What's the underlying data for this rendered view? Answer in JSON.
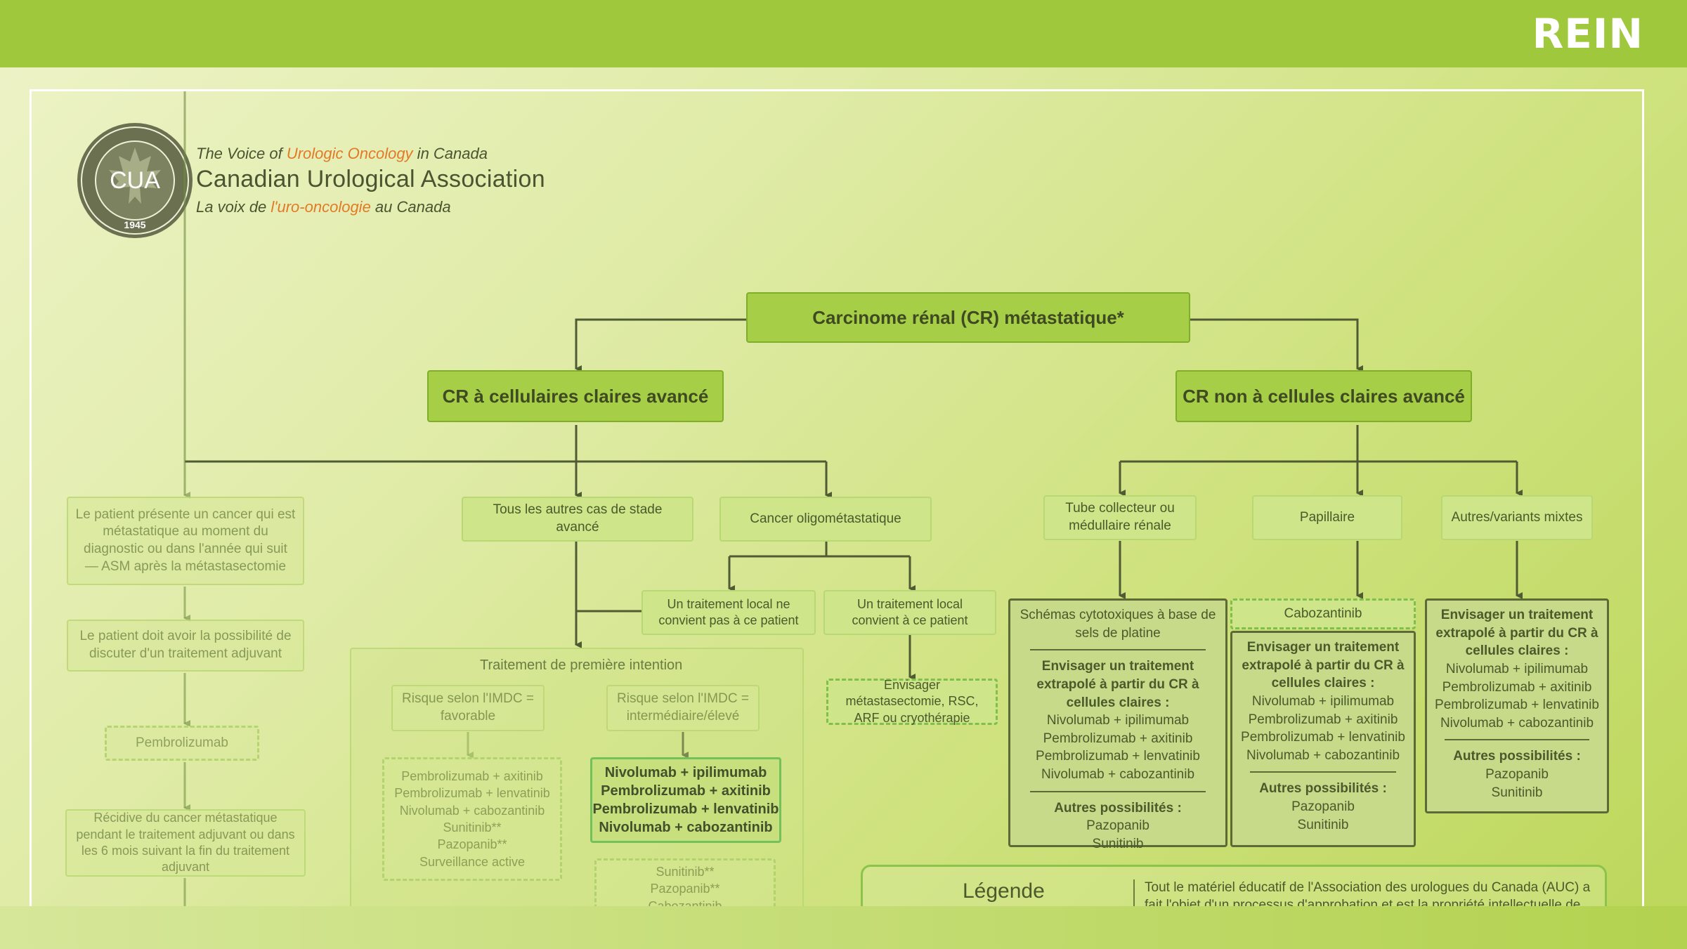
{
  "header": {
    "label": "REIN"
  },
  "logo": {
    "seal_text": "CUA",
    "seal_year": "1945",
    "line1_a": "The Voice of ",
    "line1_b": "Urologic Oncology",
    "line1_c": " in Canada",
    "line2": "Canadian Urological Association",
    "line3_a": "La voix de ",
    "line3_b": "l'uro-oncologie",
    "line3_c": " au Canada"
  },
  "colors": {
    "accent": "#9fc83c",
    "main_box": "#a6cf47",
    "dark_border": "#5c6a36",
    "highlight": "#74c05a",
    "orange": "#e27a27"
  },
  "nodes": {
    "root": "Carcinome rénal (CR) métastatique*",
    "clear_cell": "CR à cellulaires claires avancé",
    "non_clear_cell": "CR non à cellules claires avancé",
    "adjuvant_patient": "Le patient présente un cancer qui est métastatique au moment du diagnostic ou dans l'année qui suit — ASM après la métastasectomie",
    "adjuvant_discuss": "Le patient doit avoir la possibilité de discuter d'un traitement adjuvant",
    "pembrolizumab": "Pembrolizumab",
    "recurrence": "Récidive du cancer métastatique pendant le traitement adjuvant ou dans les 6 mois suivant la fin du traitement adjuvant",
    "all_other": "Tous les autres cas de stade avancé",
    "oligo": "Cancer oligométastatique",
    "local_not": "Un traitement local ne convient pas à ce patient",
    "local_yes": "Un traitement local convient à ce patient",
    "metastasectomy": "Envisager métastasectomie, RSC, ARF ou cryothérapie",
    "first_line_title": "Traitement de première intention",
    "imdc_fav": "Risque selon l'IMDC = favorable",
    "imdc_int": "Risque selon l'IMDC = intermédiaire/élevé",
    "fav_lines": [
      "Pembrolizumab + axitinib",
      "Pembrolizumab + lenvatinib",
      "Nivolumab + cabozantinib",
      "Sunitinib**",
      "Pazopanib**",
      "Surveillance active"
    ],
    "int_lines": [
      "Nivolumab + ipilimumab",
      "Pembrolizumab + axitinib",
      "Pembrolizumab + lenvatinib",
      "Nivolumab + cabozantinib"
    ],
    "int_alt_lines": [
      "Sunitinib**",
      "Pazopanib**",
      "Cabozantinib"
    ],
    "collecting_duct": "Tube collecteur ou médullaire rénale",
    "papillary": "Papillaire",
    "mixed": "Autres/variants mixtes",
    "cabozantinib": "Cabozantinib",
    "cd_top": "Schémas cytotoxiques à base de sels de platine",
    "extrapolate": "Envisager un traitement extrapolé à partir du CR à cellules claires :",
    "extrap_lines": [
      "Nivolumab + ipilimumab",
      "Pembrolizumab + axitinib",
      "Pembrolizumab + lenvatinib",
      "Nivolumab + cabozantinib"
    ],
    "other_title": "Autres possibilités :",
    "other_lines": [
      "Pazopanib",
      "Sunitinib"
    ]
  },
  "legend": {
    "title": "Légende",
    "text": "Tout le matériel éducatif de l'Association des urologues du Canada (AUC) a fait l'objet d'un processus d'approbation et est la propriété intellectuelle de l'AUC."
  }
}
